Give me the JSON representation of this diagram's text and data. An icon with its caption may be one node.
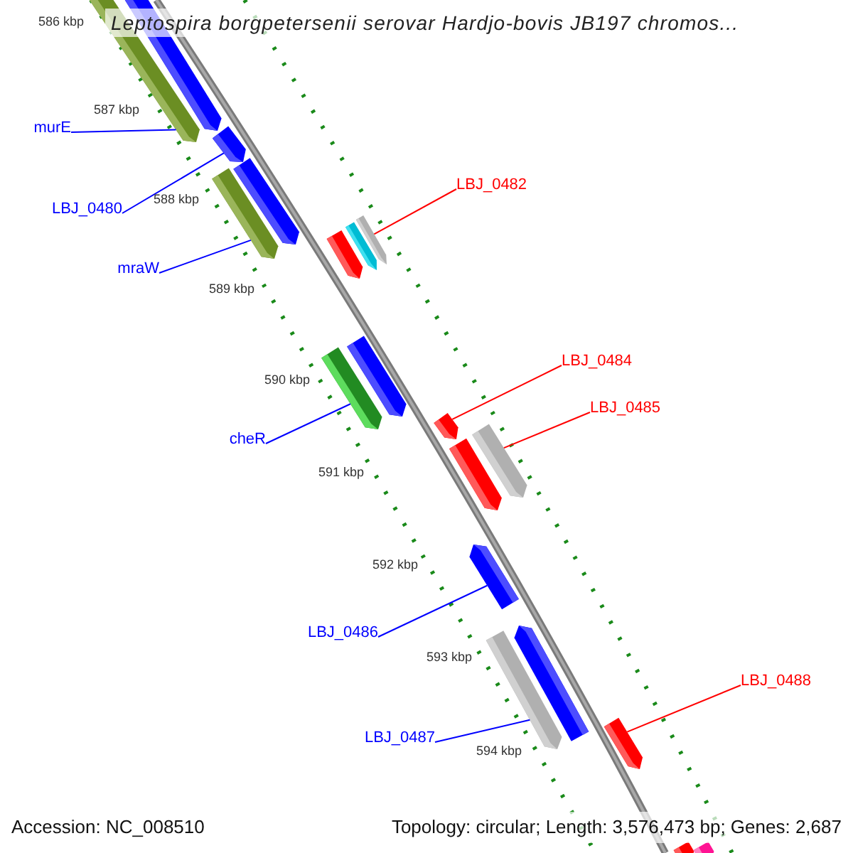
{
  "diagram": {
    "title": "Leptospira borgpetersenii serovar Hardjo-bovis JB197 chromos...",
    "nodes": [
      {
        "text": [
          "murE"
        ]
      },
      {
        "text": [
          "LBJ_0480"
        ]
      },
      {
        "text": [
          "mraW"
        ]
      },
      {
        "text": [
          "cheR"
        ]
      },
      {
        "text": [
          "LBJ_0486"
        ]
      },
      {
        "text": [
          "LBJ_0487"
        ]
      },
      {
        "text": [
          "LBJ_0482"
        ]
      },
      {
        "text": [
          "LBJ_0484"
        ]
      },
      {
        "text": [
          "LBJ_0485"
        ]
      },
      {
        "text": [
          "LBJ_0488"
        ]
      },
      {
        "text": [],
        "shape": "bar"
      },
      {
        "text": [],
        "shape": "bar"
      },
      {
        "text": [],
        "shape": "bar"
      },
      {
        "text": [],
        "shape": "bar"
      },
      {
        "text": [],
        "shape": "bar"
      },
      {
        "text": [],
        "shape": "bar"
      },
      {
        "text": [],
        "shape": "bar"
      },
      {
        "text": [],
        "shape": "bar"
      },
      {
        "text": [],
        "shape": "bar"
      },
      {
        "text": [],
        "shape": "bar"
      },
      {
        "text": [],
        "shape": "bar"
      },
      {
        "text": [],
        "shape": "bar"
      },
      {
        "text": [],
        "shape": "bar"
      },
      {
        "text": [],
        "shape": "bar"
      },
      {
        "text": [],
        "shape": "bar"
      },
      {
        "text": [],
        "shape": "bar"
      },
      {
        "text": [],
        "shape": "bar"
      },
      {
        "text": [],
        "shape": "bar"
      },
      {
        "text": [],
        "shape": "bar"
      }
    ],
    "edges": [
      {
        "from": 0,
        "to": 10,
        "arrow": "none",
        "color": "#0000ff"
      },
      {
        "from": 1,
        "to": 12,
        "arrow": "none",
        "color": "#0000ff"
      },
      {
        "from": 2,
        "to": 13,
        "arrow": "none",
        "color": "#0000ff"
      },
      {
        "from": 3,
        "to": 18,
        "arrow": "none",
        "color": "#0000ff"
      },
      {
        "from": 4,
        "to": 23,
        "arrow": "none",
        "color": "#0000ff"
      },
      {
        "from": 5,
        "to": 24,
        "arrow": "none",
        "color": "#0000ff"
      },
      {
        "from": 6,
        "to": 17,
        "arrow": "none",
        "color": "#ff0000"
      },
      {
        "from": 7,
        "to": 20,
        "arrow": "none",
        "color": "#ff0000"
      },
      {
        "from": 8,
        "to": 22,
        "arrow": "none",
        "color": "#ff0000"
      },
      {
        "from": 9,
        "to": 26,
        "arrow": "none",
        "color": "#ff0000"
      }
    ],
    "labels": [
      "586 kbp",
      "587 kbp",
      "588 kbp",
      "589 kbp",
      "590 kbp",
      "591 kbp",
      "592 kbp",
      "593 kbp",
      "594 kbp",
      "Accession: NC_008510",
      "Topology: circular; Length: 3,576,473 bp; Genes: 2,687"
    ]
  }
}
